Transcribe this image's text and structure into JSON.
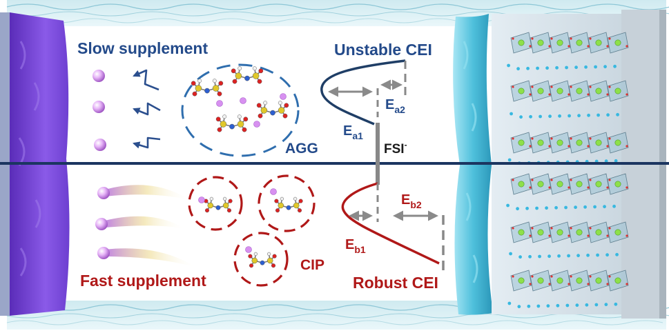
{
  "top_half": {
    "process_label": "Slow supplement",
    "cluster_label": "AGG",
    "cei_label": "Unstable CEI",
    "barrier_1": {
      "base": "E",
      "sub": "a1"
    },
    "barrier_2": {
      "base": "E",
      "sub": "a2"
    }
  },
  "bottom_half": {
    "process_label": "Fast supplement",
    "cluster_label": "CIP",
    "cei_label": "Robust CEI",
    "barrier_1": {
      "base": "E",
      "sub": "b1"
    },
    "barrier_2": {
      "base": "E",
      "sub": "b2"
    }
  },
  "anion_label": {
    "base": "FSI",
    "sup": "-"
  },
  "colors": {
    "top_accent": "#234a8a",
    "bottom_accent": "#b01818",
    "divider": "#1b3560",
    "anode": "#7a47d8",
    "cei_layer": "#5bc8e0",
    "li_ion": "#d9a0f0",
    "arrow_grey": "#888888"
  },
  "icons": [
    "li-ion-sphere-icon",
    "lightning-arrow-icon",
    "fsi-molecule-icon",
    "lattice-crystal-icon",
    "diffusion-tail-icon"
  ]
}
